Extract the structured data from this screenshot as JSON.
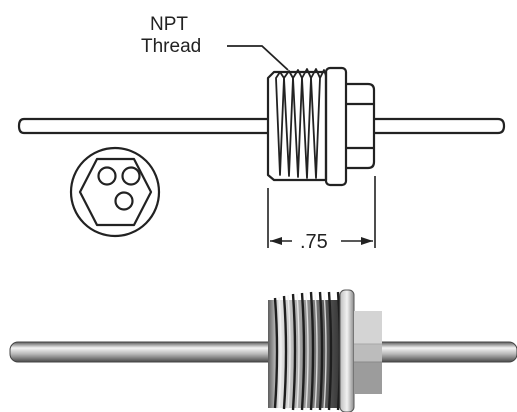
{
  "drawing": {
    "callout": {
      "line1": "NPT",
      "line2": "Thread"
    },
    "dimension": {
      "value": ".75"
    }
  },
  "colors": {
    "ink": "#222222",
    "paper": "#ffffff",
    "metal_light": "#f0f0f0",
    "metal_mid": "#9a9a9a",
    "metal_dark": "#3a3a3a",
    "hex_face": "#c9c9c9",
    "hex_side": "#8e8e8e"
  }
}
